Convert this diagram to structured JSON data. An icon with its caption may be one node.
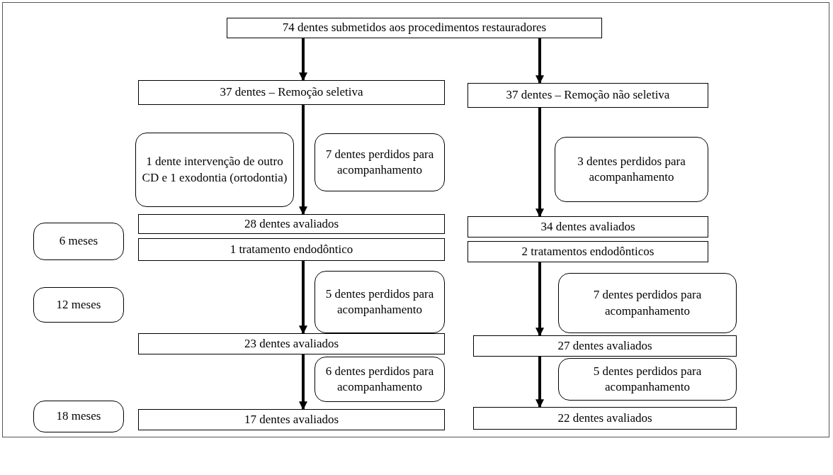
{
  "diagram": {
    "nodes": [
      {
        "text": [
          "74 dentes submetidos aos procedimentos restauradores"
        ]
      },
      {
        "text": [
          "37 dentes – Remoção seletiva"
        ]
      },
      {
        "text": [
          "37 dentes – Remoção não seletiva"
        ]
      },
      {
        "text": [
          "1  dente intervenção de outro CD e 1 exodontia (ortodontia)"
        ]
      },
      {
        "text": [
          "7 dentes perdidos para acompanhamento"
        ]
      },
      {
        "text": [
          "3 dentes perdidos para acompanhamento"
        ]
      },
      {
        "text": [
          "6 meses"
        ]
      },
      {
        "text": [
          "28 dentes avaliados"
        ]
      },
      {
        "text": [
          "34 dentes avaliados"
        ]
      },
      {
        "text": [
          "1 tratamento endodôntico"
        ]
      },
      {
        "text": [
          "2 tratamentos endodônticos"
        ]
      },
      {
        "text": [
          "5 dentes perdidos para acompanhamento"
        ]
      },
      {
        "text": [
          "7 dentes perdidos para acompanhamento"
        ]
      },
      {
        "text": [
          "12 meses"
        ]
      },
      {
        "text": [
          "23 dentes avaliados"
        ]
      },
      {
        "text": [
          "27 dentes avaliados"
        ]
      },
      {
        "text": [
          "6 dentes perdidos para acompanhamento"
        ]
      },
      {
        "text": [
          "5 dentes perdidos para acompanhamento"
        ]
      },
      {
        "text": [
          "18 meses"
        ]
      },
      {
        "text": [
          "17 dentes avaliados"
        ]
      },
      {
        "text": [
          "22 dentes avaliados"
        ]
      }
    ],
    "edges": [
      {
        "from": 0,
        "to": 1,
        "arrow": "to"
      },
      {
        "from": 0,
        "to": 2,
        "arrow": "to"
      },
      {
        "from": 1,
        "to": 7,
        "arrow": "to"
      },
      {
        "from": 2,
        "to": 8,
        "arrow": "to"
      },
      {
        "from": 9,
        "to": 14,
        "arrow": "to"
      },
      {
        "from": 10,
        "to": 15,
        "arrow": "to"
      },
      {
        "from": 14,
        "to": 19,
        "arrow": "to"
      },
      {
        "from": 15,
        "to": 20,
        "arrow": "to"
      }
    ]
  }
}
